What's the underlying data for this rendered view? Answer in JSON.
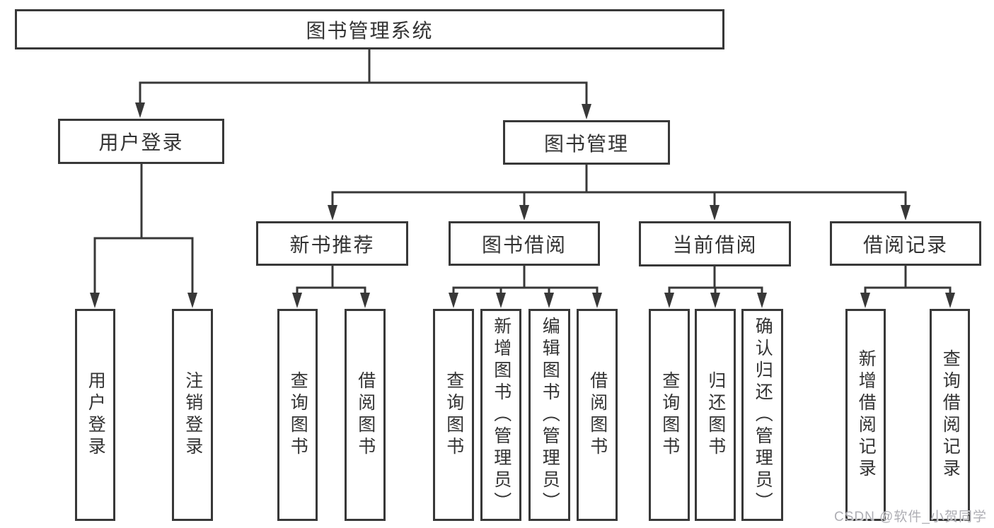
{
  "diagram_title": "图书管理系统",
  "colors": {
    "line": "#383838",
    "text": "#333333",
    "background": "#ffffff",
    "watermark": "#aeaeb4"
  },
  "nodes": {
    "root": "图书管理系统",
    "user_login_branch": "用户登录",
    "book_management": "图书管理",
    "user_login_leaf": "用户登录",
    "logout_leaf": "注销登录",
    "new_book_recommend": "新书推荐",
    "book_borrowing": "图书借阅",
    "current_borrowing": "当前借阅",
    "borrowing_records": "借阅记录",
    "nbr_query_books": "查询图书",
    "nbr_borrow_books": "借阅图书",
    "bb_query_books": "查询图书",
    "bb_add_books": "新增图书（管理员）",
    "bb_edit_books": "编辑图书（管理员）",
    "bb_borrow_books": "借阅图书",
    "cb_query_books": "查询图书",
    "cb_return_books": "归还图书",
    "cb_confirm_return": "确认归还（管理员）",
    "br_add_record": "新增借阅记录",
    "br_query_record": "查询借阅记录"
  },
  "structure": {
    "图书管理系统": [
      "用户登录",
      "图书管理"
    ],
    "用户登录": [
      "用户登录",
      "注销登录"
    ],
    "图书管理": [
      "新书推荐",
      "图书借阅",
      "当前借阅",
      "借阅记录"
    ],
    "新书推荐": [
      "查询图书",
      "借阅图书"
    ],
    "图书借阅": [
      "查询图书",
      "新增图书（管理员）",
      "编辑图书（管理员）",
      "借阅图书"
    ],
    "当前借阅": [
      "查询图书",
      "归还图书",
      "确认归还（管理员）"
    ],
    "借阅记录": [
      "新增借阅记录",
      "查询借阅记录"
    ]
  },
  "watermark": "CSDN @软件_小贺同学"
}
